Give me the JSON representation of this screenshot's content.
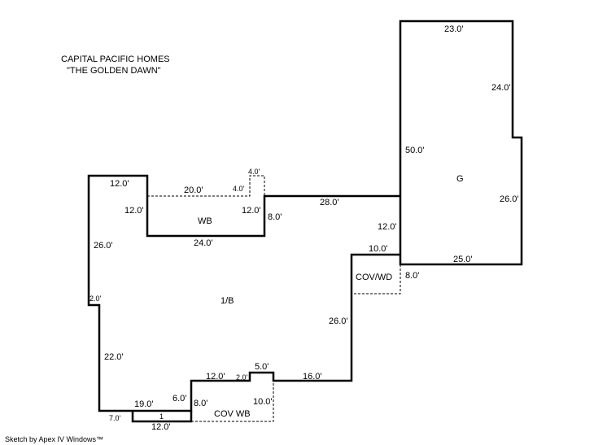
{
  "title": {
    "line1": "CAPITAL PACIFIC HOMES",
    "line2": "\"THE GOLDEN DAWN\""
  },
  "footer": "Sketch by Apex IV Windows™",
  "areas": {
    "garage": "G",
    "living": "1/B",
    "wb": "WB",
    "cov_wd": "COV/WD",
    "cov_wb": "COV WB",
    "one": "1"
  },
  "dims": {
    "g_top": "23.0'",
    "g_right_upper": "24.0'",
    "g_left": "50.0'",
    "g_right_lower": "26.0'",
    "g_bottom": "25.0'",
    "main_top_left": "12.0'",
    "wb_dash_top": "20.0'",
    "bump_top": "4.0'",
    "bump_side": "4.0'",
    "wb_left": "12.0'",
    "wb_right": "12.0'",
    "wb_bottom": "24.0'",
    "wall_8": "8.0'",
    "wall_28": "28.0'",
    "right_12": "12.0'",
    "cov_top": "10.0'",
    "cov_side": "8.0'",
    "left_26": "26.0'",
    "jog_2": "2.0'",
    "right_26": "26.0'",
    "left_22": "22.0'",
    "bottom_12": "12.0'",
    "step_2": "2.0'",
    "bump_5": "5.0'",
    "bottom_16": "16.0'",
    "bottom_19": "19.0'",
    "step_6": "6.0'",
    "covwb_8": "8.0'",
    "covwb_10": "10.0'",
    "left_7": "7.0'",
    "box_12": "12.0'"
  }
}
